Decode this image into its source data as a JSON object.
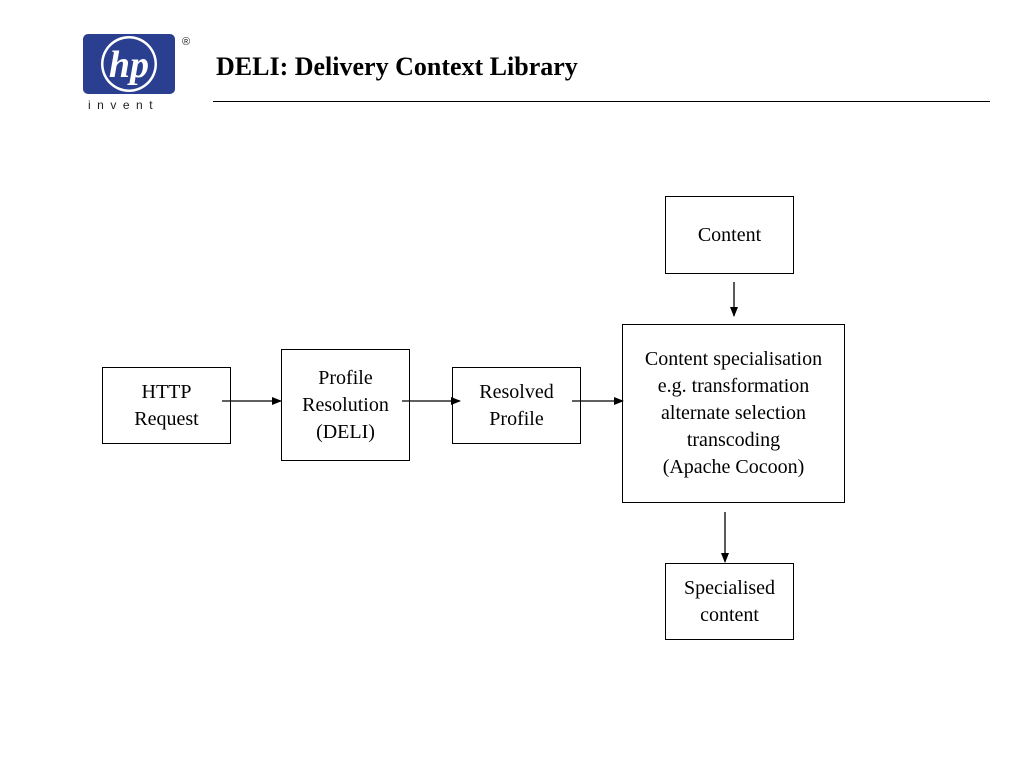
{
  "header": {
    "title": "DELI: Delivery Context Library",
    "logo": {
      "mark_text": "hp",
      "word": "invent",
      "registered": "®",
      "brand_color": "#2a3f8f"
    }
  },
  "diagram": {
    "nodes": {
      "http_request": "HTTP\nRequest",
      "profile_resolution": "Profile\nResolution\n(DELI)",
      "resolved_profile": "Resolved\nProfile",
      "content": "Content",
      "content_specialisation": "Content specialisation\ne.g. transformation\nalternate selection\ntranscoding\n(Apache Cocoon)",
      "specialised_content": "Specialised\ncontent"
    },
    "edges": [
      {
        "from": "http_request",
        "to": "profile_resolution"
      },
      {
        "from": "profile_resolution",
        "to": "resolved_profile"
      },
      {
        "from": "resolved_profile",
        "to": "content_specialisation"
      },
      {
        "from": "content",
        "to": "content_specialisation"
      },
      {
        "from": "content_specialisation",
        "to": "specialised_content"
      }
    ]
  }
}
